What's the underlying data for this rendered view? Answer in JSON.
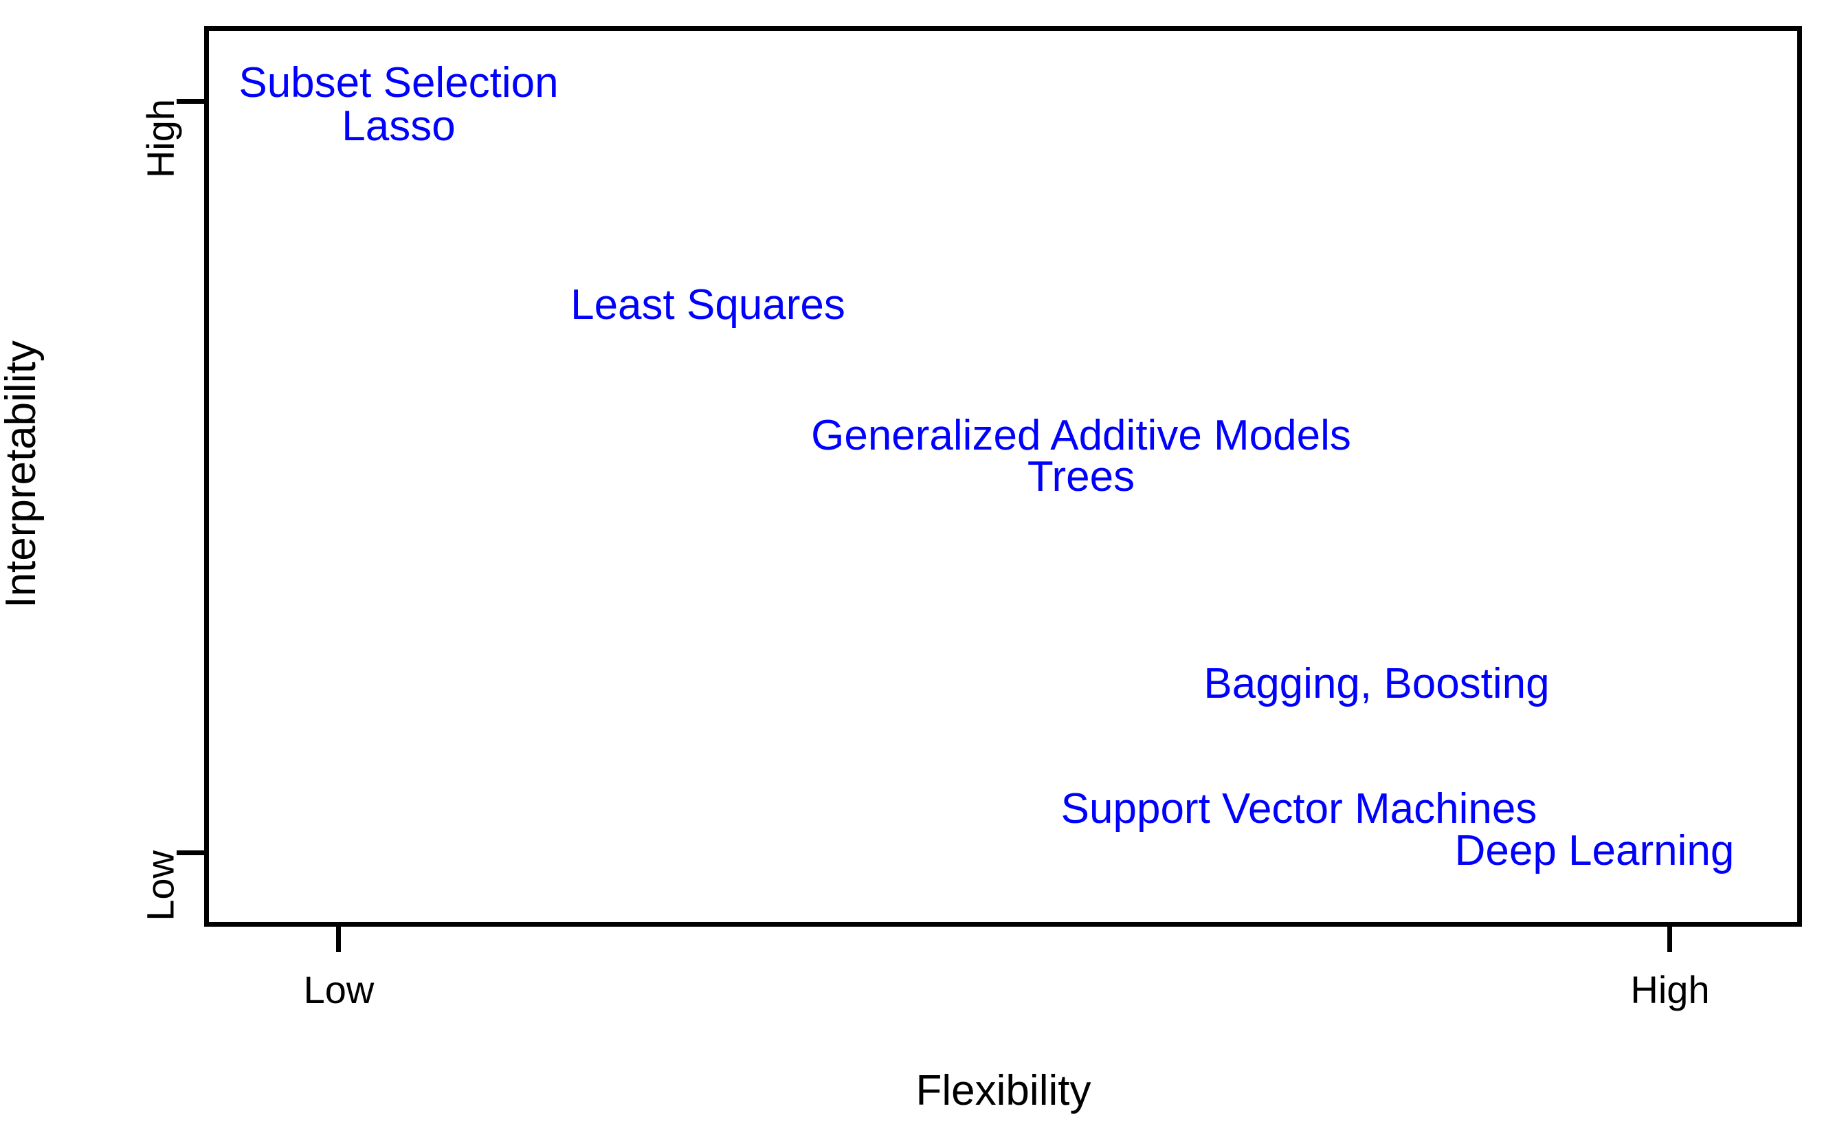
{
  "chart_data": {
    "type": "scatter",
    "title": "",
    "subtitle": "",
    "xlabel": "Flexibility",
    "ylabel": "Interpretability",
    "x_tick_labels": [
      "Low",
      "High"
    ],
    "y_tick_labels": [
      "Low",
      "High"
    ],
    "xlim": [
      "Low",
      "High"
    ],
    "ylim": [
      "Low",
      "High"
    ],
    "grid": false,
    "legend": "none",
    "label_color": "#0000ff",
    "axis_color": "#000000",
    "background_color": "#ffffff",
    "annotations": [
      {
        "text": "Subset Selection",
        "flexibility": 0.11,
        "interpretability": 0.96
      },
      {
        "text": "Lasso",
        "flexibility": 0.11,
        "interpretability": 0.91
      },
      {
        "text": "Least Squares",
        "flexibility": 0.32,
        "interpretability": 0.73
      },
      {
        "text": "Generalized Additive Models",
        "flexibility": 0.55,
        "interpretability": 0.62
      },
      {
        "text": "Trees",
        "flexibility": 0.55,
        "interpretability": 0.57
      },
      {
        "text": "Bagging, Boosting",
        "flexibility": 0.74,
        "interpretability": 0.33
      },
      {
        "text": "Support Vector Machines",
        "flexibility": 0.69,
        "interpretability": 0.19
      },
      {
        "text": "Deep Learning",
        "flexibility": 0.87,
        "interpretability": 0.13
      }
    ]
  },
  "axes": {
    "y_title": "Interpretability",
    "x_title": "Flexibility",
    "y_ticks": [
      {
        "label": "High"
      },
      {
        "label": "Low"
      }
    ],
    "x_ticks": [
      {
        "label": "Low"
      },
      {
        "label": "High"
      }
    ]
  },
  "labels": {
    "subset_selection": "Subset Selection",
    "lasso": "Lasso",
    "least_squares": "Least Squares",
    "gam": "Generalized Additive Models",
    "trees": "Trees",
    "bagging_boosting": "Bagging, Boosting",
    "svm": "Support Vector Machines",
    "deep_learning": "Deep Learning"
  }
}
